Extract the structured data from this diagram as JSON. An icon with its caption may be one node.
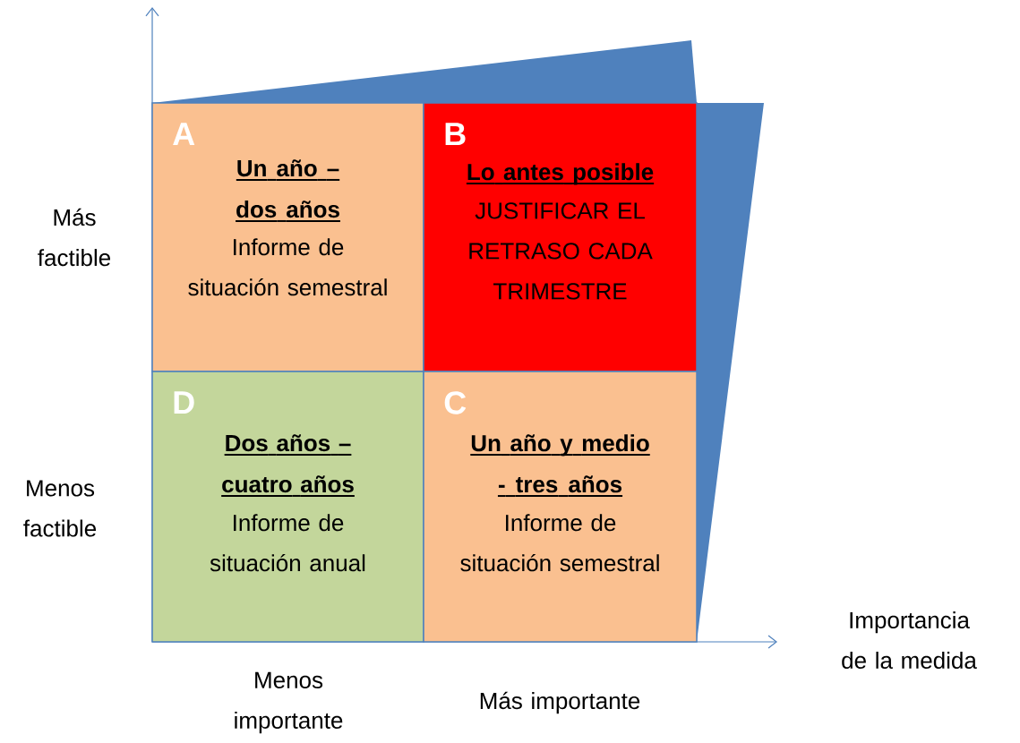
{
  "diagram": {
    "nodes": [
      {
        "text": [
          "A",
          "Un año – dos años",
          "Informe de situación semestral"
        ]
      },
      {
        "text": [
          "B",
          "Lo antes posible",
          "JUSTIFICAR EL RETRASO CADA TRIMESTRE"
        ]
      },
      {
        "text": [
          "D",
          "Dos años – cuatro años",
          "Informe de situación anual"
        ]
      },
      {
        "text": [
          "C",
          "Un año y medio - tres años",
          "Informe de situación semestral"
        ]
      }
    ],
    "labels": [
      "Más factible",
      "Menos factible",
      "Importancia de la medida",
      "Menos importante",
      "Más importante"
    ]
  }
}
